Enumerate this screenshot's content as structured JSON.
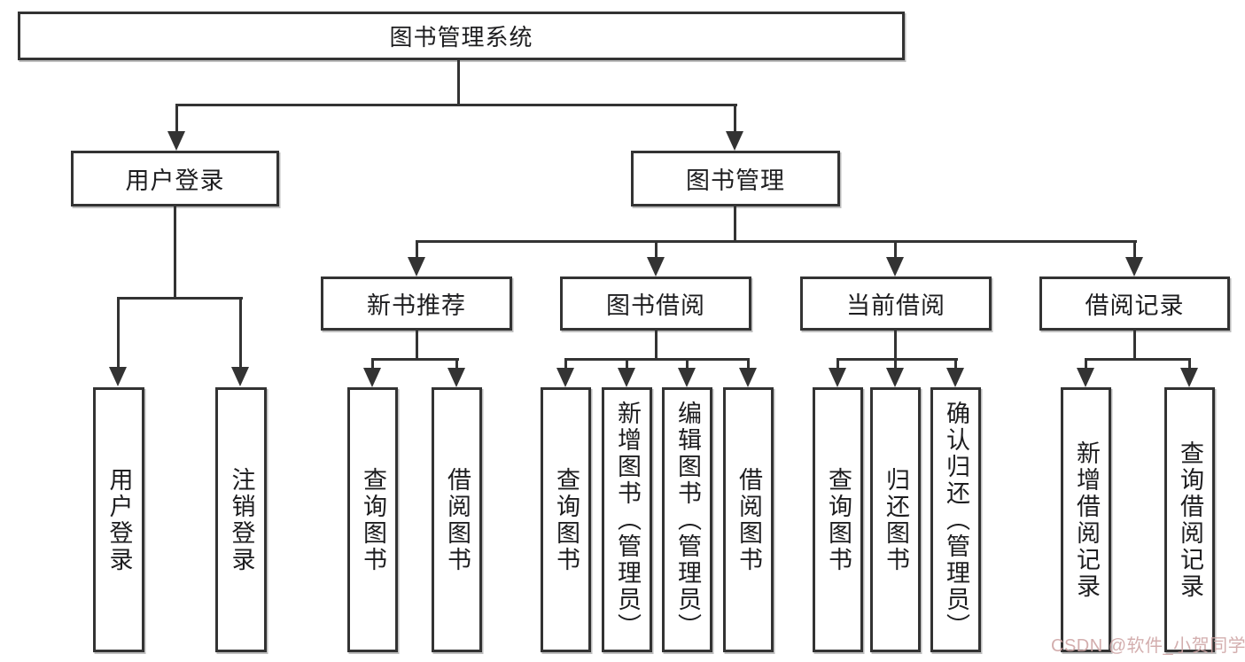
{
  "tree": {
    "root": {
      "label": "图书管理系统",
      "children": [
        {
          "label": "用户登录",
          "children": [
            {
              "label": "用户登录"
            },
            {
              "label": "注销登录"
            }
          ]
        },
        {
          "label": "图书管理",
          "children": [
            {
              "label": "新书推荐",
              "children": [
                {
                  "label": "查询图书"
                },
                {
                  "label": "借阅图书"
                }
              ]
            },
            {
              "label": "图书借阅",
              "children": [
                {
                  "label": "查询图书"
                },
                {
                  "label": "新增图书（管理员）"
                },
                {
                  "label": "编辑图书（管理员）"
                },
                {
                  "label": "借阅图书"
                }
              ]
            },
            {
              "label": "当前借阅",
              "children": [
                {
                  "label": "查询图书"
                },
                {
                  "label": "归还图书"
                },
                {
                  "label": "确认归还（管理员）"
                }
              ]
            },
            {
              "label": "借阅记录",
              "children": [
                {
                  "label": "新增借阅记录"
                },
                {
                  "label": "查询借阅记录"
                }
              ]
            }
          ]
        }
      ]
    }
  },
  "watermark": {
    "text": "CSDN @软件_小贺同学"
  },
  "colors": {
    "line": "#333333",
    "text": "#1d1d1f",
    "background": "#ffffff",
    "watermark": "#cfa6a6"
  }
}
